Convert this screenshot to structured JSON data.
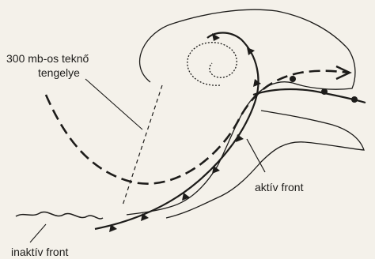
{
  "labels": {
    "trough_axis_line1": "300 mb-os teknő",
    "trough_axis_line2": "tengelye",
    "active_front": "aktív front",
    "inactive_front": "inaktív front"
  },
  "colors": {
    "background": "#f4f1ea",
    "ink": "#1d1c1a"
  }
}
